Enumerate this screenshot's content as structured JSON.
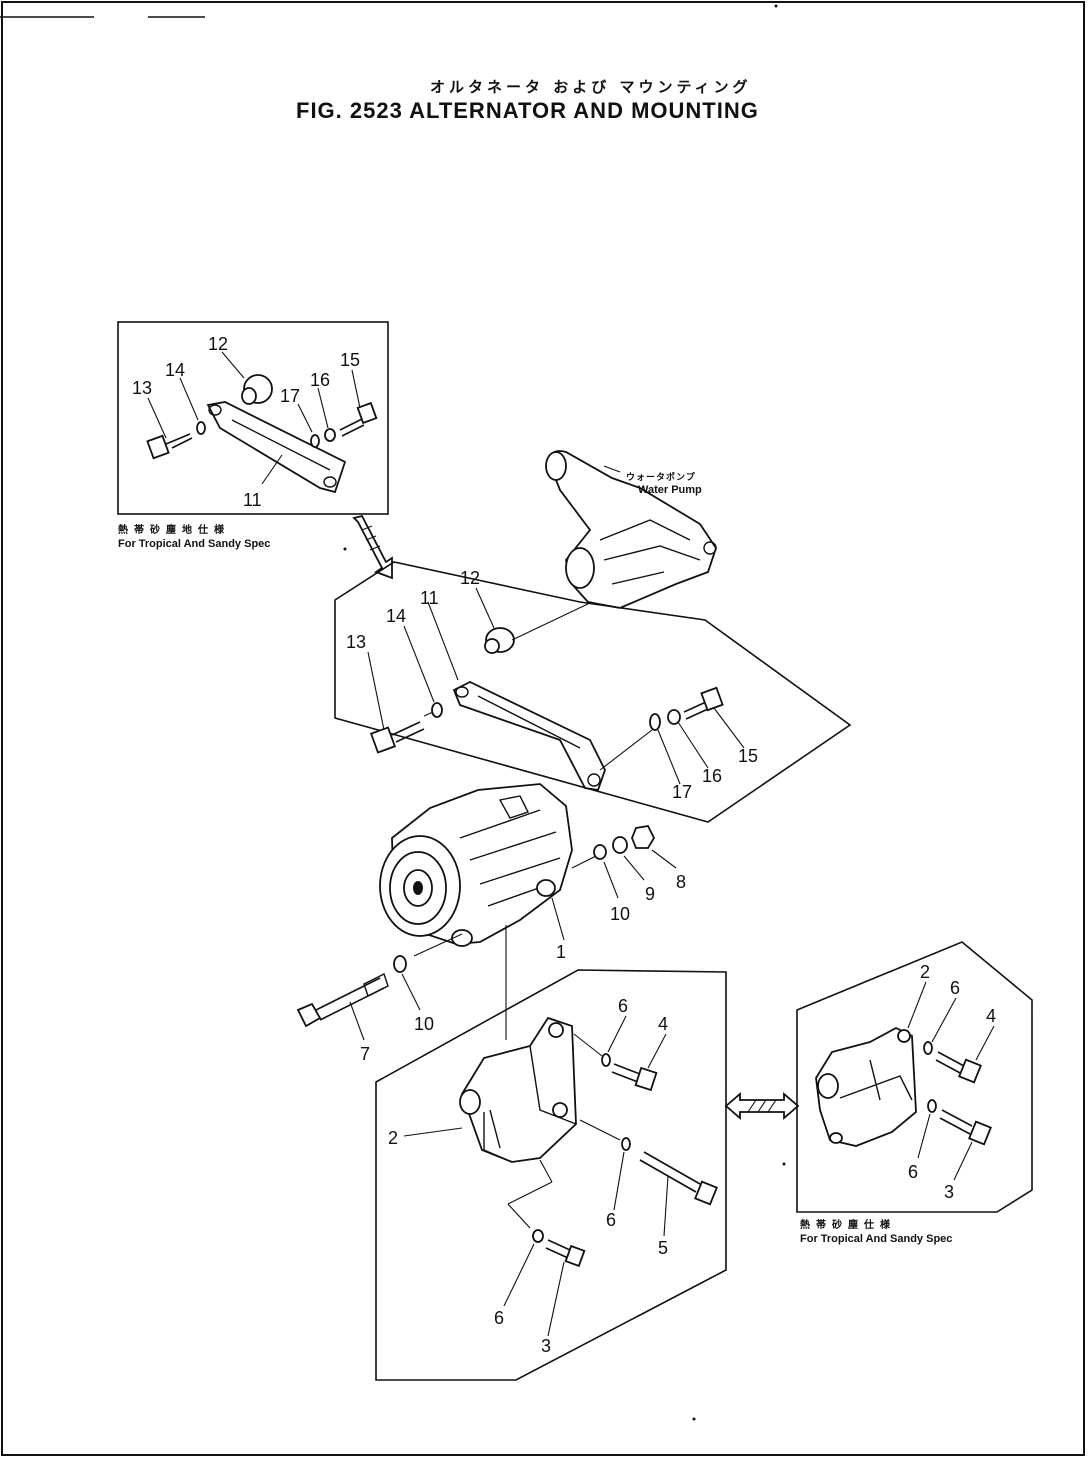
{
  "title": {
    "japanese": "オルタネータ および マウンティング",
    "english": "FIG. 2523  ALTERNATOR AND MOUNTING"
  },
  "inset_top_left": {
    "caption_jp": "熱帯砂塵地仕様",
    "caption_en": "For Tropical And Sandy Spec",
    "callouts": {
      "c12": "12",
      "c14": "14",
      "c13": "13",
      "c17": "17",
      "c16": "16",
      "c15": "15",
      "c11": "11"
    }
  },
  "water_pump": {
    "label_jp": "ウォータポンプ",
    "label_en": "Water Pump"
  },
  "main_bracket_group": {
    "callouts": {
      "c12": "12",
      "c11": "11",
      "c14": "14",
      "c13": "13",
      "c15": "15",
      "c16": "16",
      "c17": "17"
    }
  },
  "alternator_group": {
    "callouts": {
      "c8": "8",
      "c9": "9",
      "c10a": "10",
      "c1": "1",
      "c10b": "10",
      "c7": "7"
    }
  },
  "lower_bracket_group": {
    "callouts": {
      "c6a": "6",
      "c4": "4",
      "c2": "2",
      "c6b": "6",
      "c5": "5",
      "c6c": "6",
      "c3": "3"
    }
  },
  "inset_bottom_right": {
    "caption_jp": "熱帯砂塵仕様",
    "caption_en": "For Tropical And Sandy Spec",
    "callouts": {
      "c2": "2",
      "c6a": "6",
      "c4": "4",
      "c6b": "6",
      "c3": "3"
    }
  }
}
